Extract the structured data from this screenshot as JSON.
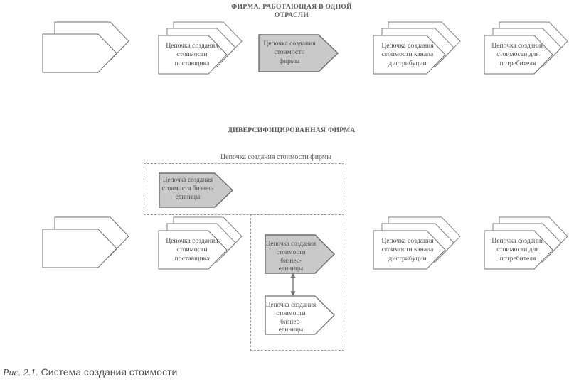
{
  "figure": {
    "caption_number": "Рис. 2.1.",
    "caption_text": " Система создания стоимости"
  },
  "colors": {
    "stroke": "#6e6e70",
    "stroke_light": "#8a8a8c",
    "fill_gray": "#c9c9c9",
    "fill_white": "#ffffff",
    "dashed": "#9a9a9c",
    "text": "#4a4a4c",
    "title_text": "#58585a"
  },
  "sections": [
    {
      "id": "single-industry-firm",
      "title": "ФИРМА, РАБОТАЮЩАЯ В ОДНОЙ\nОТРАСЛИ",
      "title_line1": "ФИРМА, РАБОТАЮЩАЯ В ОДНОЙ",
      "title_line2": "ОТРАСЛИ"
    },
    {
      "id": "diversified-firm",
      "title": "ДИВЕРСИФИЦИРОВАННАЯ ФИРМА"
    }
  ],
  "row1": {
    "shapes": [
      {
        "id": "r1-upstream-empty",
        "label": "",
        "fill": "white",
        "stack": 2
      },
      {
        "id": "r1-supplier",
        "label": "Цепочка создания\nстоимости\nпоставщика",
        "fill": "white",
        "stack": 3
      },
      {
        "id": "r1-firm",
        "label": "Цепочка создания\nстоимости\nфирмы",
        "fill": "gray",
        "stack": 1
      },
      {
        "id": "r1-distribution",
        "label": "Цепочка создания\nстоимости канала\nдистрибуции",
        "fill": "white",
        "stack": 3
      },
      {
        "id": "r1-consumer",
        "label": "Цепочка создания\nстоимости для\nпотребителя",
        "fill": "white",
        "stack": 3
      }
    ]
  },
  "row2": {
    "firm_group_label": "Цепочка создания стоимости фирмы",
    "shapes": [
      {
        "id": "r2-bu-top",
        "label": "Цепочка создания\nстоимости бизнес-\nединицы",
        "fill": "gray",
        "stack": 1
      },
      {
        "id": "r2-upstream-empty",
        "label": "",
        "fill": "white",
        "stack": 2
      },
      {
        "id": "r2-supplier",
        "label": "Цепочка создания\nстоимости\nпоставщика",
        "fill": "white",
        "stack": 3
      },
      {
        "id": "r2-bu-middle",
        "label": "Цепочка создания\nстоимости бизнес-\nединицы",
        "fill": "gray",
        "stack": 1
      },
      {
        "id": "r2-bu-bottom",
        "label": "Цепочка создания\nстоимости бизнес-\nединицы",
        "fill": "white",
        "stack": 1
      },
      {
        "id": "r2-distribution",
        "label": "Цепочка создания\nстоимости канала\nдистрибуции",
        "fill": "white",
        "stack": 3
      },
      {
        "id": "r2-consumer",
        "label": "Цепочка создания\nстоимости для\nпотребителя",
        "fill": "white",
        "stack": 3
      }
    ],
    "connector": {
      "id": "bu-bidirectional-arrow",
      "type": "double-headed-vertical-arrow"
    }
  }
}
